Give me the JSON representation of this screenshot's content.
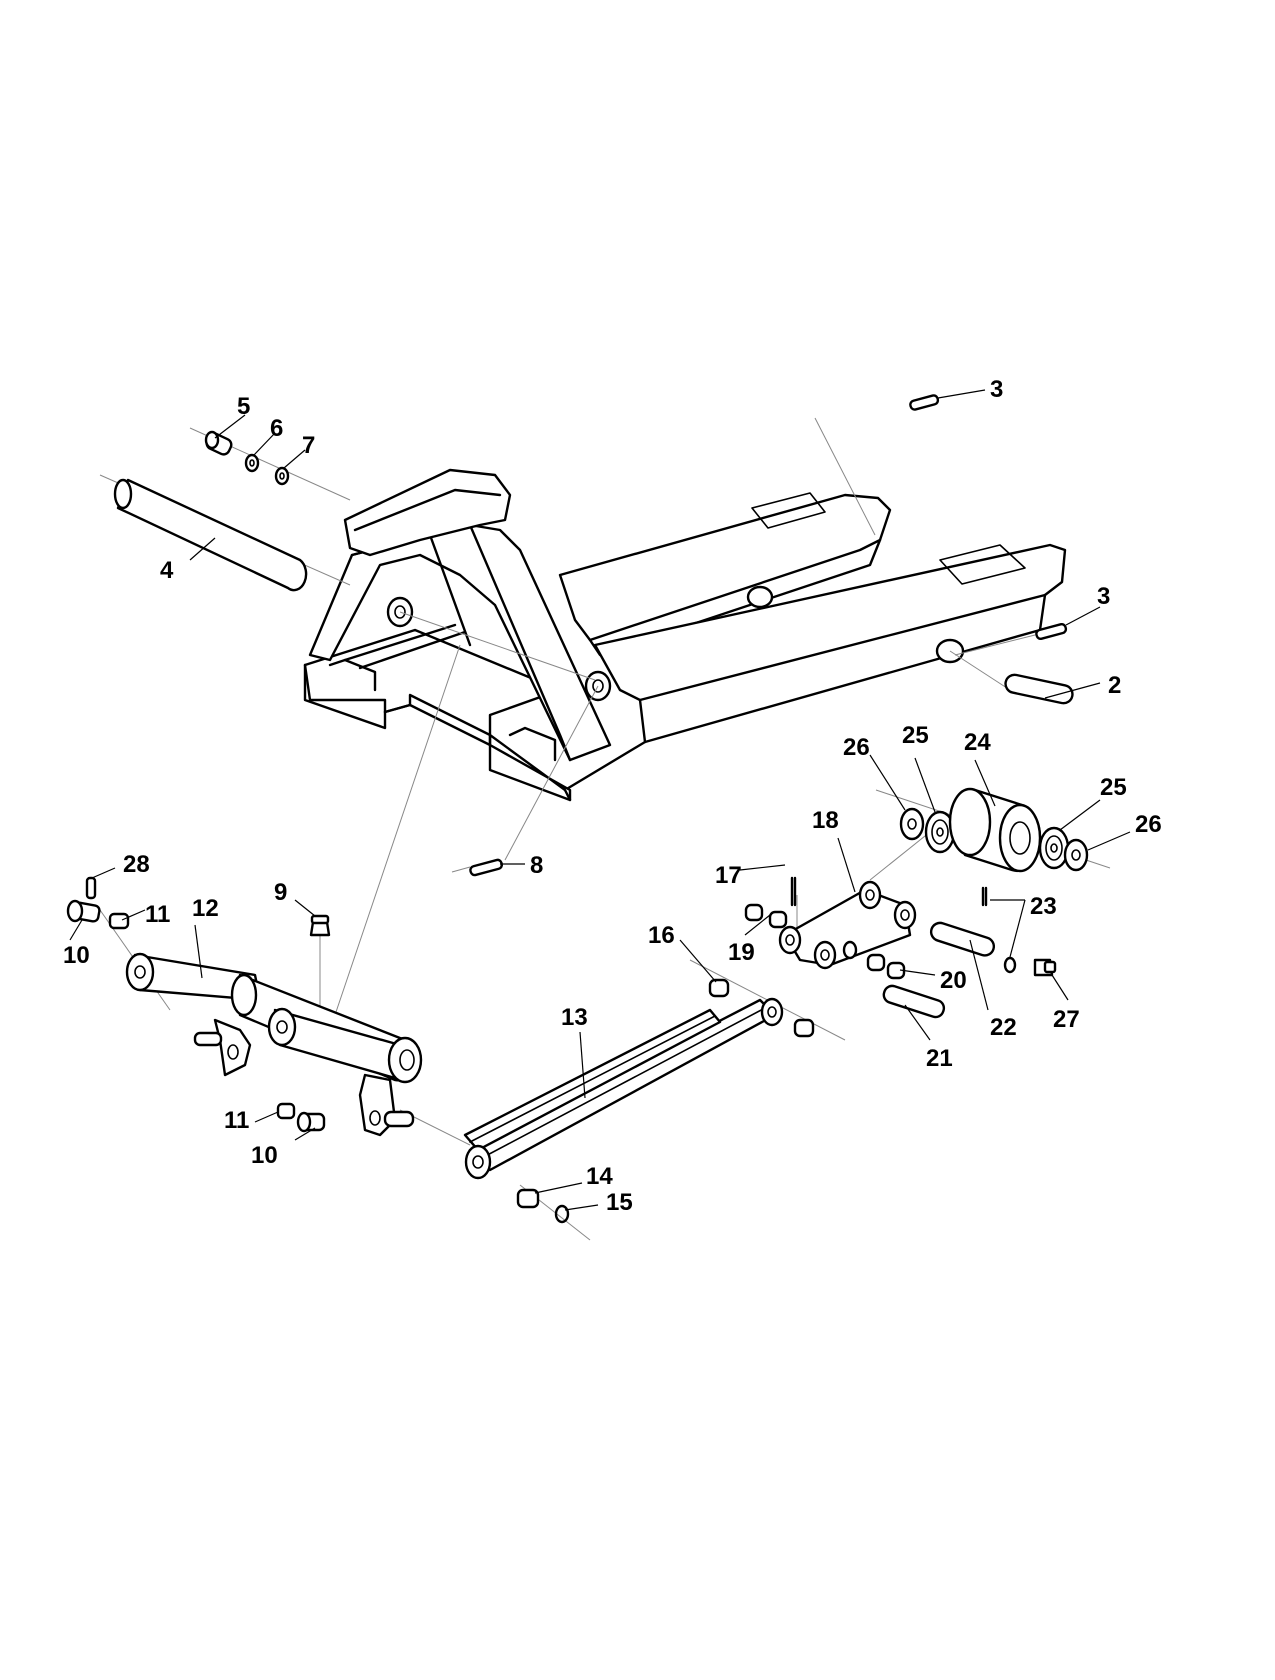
{
  "callouts": [
    {
      "label": "2",
      "part": "load-roller-axle"
    },
    {
      "label": "3",
      "part": "spring-pin"
    },
    {
      "label": "3",
      "part": "spring-pin"
    },
    {
      "label": "4",
      "part": "pivot-shaft"
    },
    {
      "label": "5",
      "part": "cap-nut"
    },
    {
      "label": "6",
      "part": "washer"
    },
    {
      "label": "7",
      "part": "washer"
    },
    {
      "label": "8",
      "part": "spring-pin"
    },
    {
      "label": "9",
      "part": "grease-nipple"
    },
    {
      "label": "10",
      "part": "pin"
    },
    {
      "label": "10",
      "part": "pin"
    },
    {
      "label": "11",
      "part": "bushing"
    },
    {
      "label": "11",
      "part": "bushing"
    },
    {
      "label": "12",
      "part": "rocker-arm"
    },
    {
      "label": "13",
      "part": "push-rod"
    },
    {
      "label": "14",
      "part": "bushing"
    },
    {
      "label": "15",
      "part": "circlip"
    },
    {
      "label": "16",
      "part": "bushing"
    },
    {
      "label": "17",
      "part": "cotter-pin"
    },
    {
      "label": "18",
      "part": "roller-bracket"
    },
    {
      "label": "19",
      "part": "bushing"
    },
    {
      "label": "20",
      "part": "bushing"
    },
    {
      "label": "21",
      "part": "pin"
    },
    {
      "label": "22",
      "part": "roller-axle"
    },
    {
      "label": "23",
      "part": "pin-and-clip"
    },
    {
      "label": "24",
      "part": "load-roller"
    },
    {
      "label": "25",
      "part": "bearing"
    },
    {
      "label": "25",
      "part": "bearing"
    },
    {
      "label": "26",
      "part": "washer"
    },
    {
      "label": "26",
      "part": "washer"
    },
    {
      "label": "27",
      "part": "grease-nipple"
    },
    {
      "label": "28",
      "part": "spring-pin"
    }
  ]
}
